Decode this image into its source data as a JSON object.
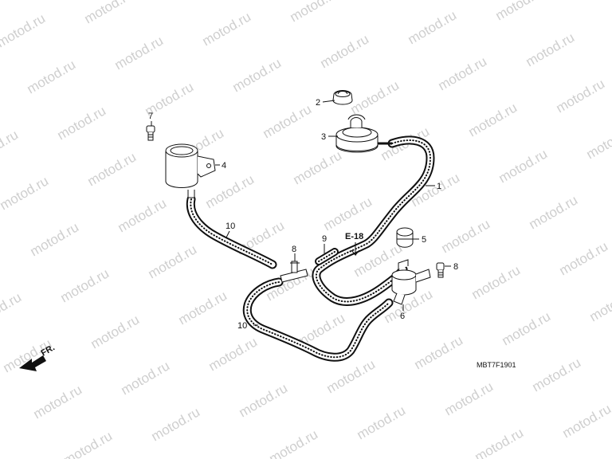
{
  "watermark": {
    "text": "motod.ru"
  },
  "diagram": {
    "code": "MBT7F1901",
    "reference": "E-18",
    "direction_label": "FR."
  },
  "callouts": [
    {
      "id": "c1",
      "text": "1"
    },
    {
      "id": "c2",
      "text": "2"
    },
    {
      "id": "c3",
      "text": "3"
    },
    {
      "id": "c4",
      "text": "4"
    },
    {
      "id": "c5",
      "text": "5"
    },
    {
      "id": "c6",
      "text": "6"
    },
    {
      "id": "c7",
      "text": "7"
    },
    {
      "id": "c8a",
      "text": "8"
    },
    {
      "id": "c8b",
      "text": "8"
    },
    {
      "id": "c9",
      "text": "9"
    },
    {
      "id": "c10a",
      "text": "10"
    },
    {
      "id": "c10b",
      "text": "10"
    }
  ]
}
